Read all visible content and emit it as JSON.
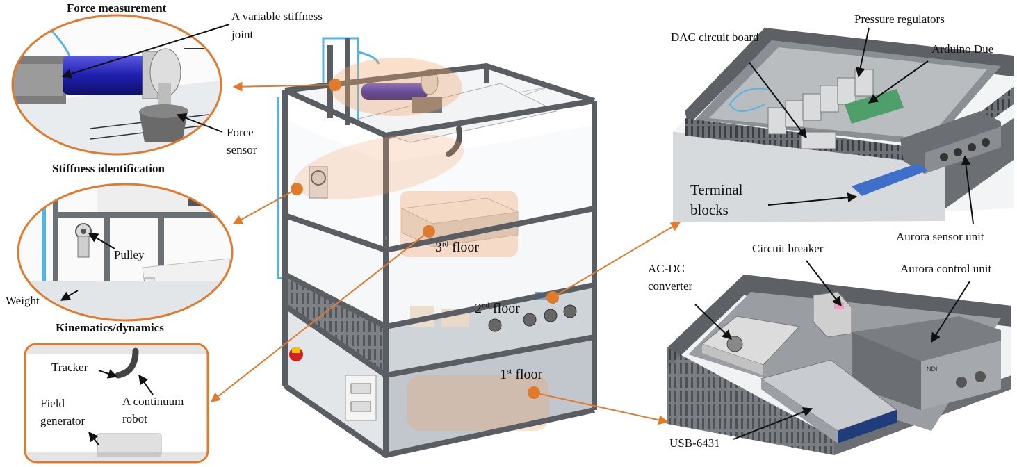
{
  "panels": {
    "force": {
      "title": "Force measurement"
    },
    "stiffness": {
      "title": "Stiffness identification"
    },
    "kinematics": {
      "title": "Kinematics/dynamics"
    }
  },
  "labels": {
    "variable_joint_1": "A variable stiffness",
    "variable_joint_2": "joint",
    "force_sensor_1": "Force",
    "force_sensor_2": "sensor",
    "pulley": "Pulley",
    "weight": "Weight",
    "tracker": "Tracker",
    "continuum_1": "A continuum",
    "continuum_2": "robot",
    "field_gen_1": "Field",
    "field_gen_2": "generator",
    "dac": "DAC circuit board",
    "pressure": "Pressure regulators",
    "arduino": "Arduino Due",
    "terminal_1": "Terminal",
    "terminal_2": "blocks",
    "aurora_sensor": "Aurora sensor unit",
    "circuit_breaker": "Circuit breaker",
    "acdc_1": "AC-DC",
    "acdc_2": "converter",
    "aurora_control": "Aurora control unit",
    "usb": "USB-6431",
    "ndi": "NDI"
  },
  "floors": {
    "third_num": "3",
    "third_sup": "rd",
    "third_word": " floor",
    "second_num": "2",
    "second_sup": "nd",
    "second_word": " floor",
    "first_num": "1",
    "first_sup": "st",
    "first_word": " floor"
  },
  "colors": {
    "accent_orange": "#e07b2e",
    "frame_gray": "#5a5e63",
    "joint_blue": "#2424b4",
    "cable_blue": "#56b4e0",
    "terminal_blue": "#3f6fc8",
    "board_green": "#3c9a5a",
    "estop_red": "#d32020"
  }
}
